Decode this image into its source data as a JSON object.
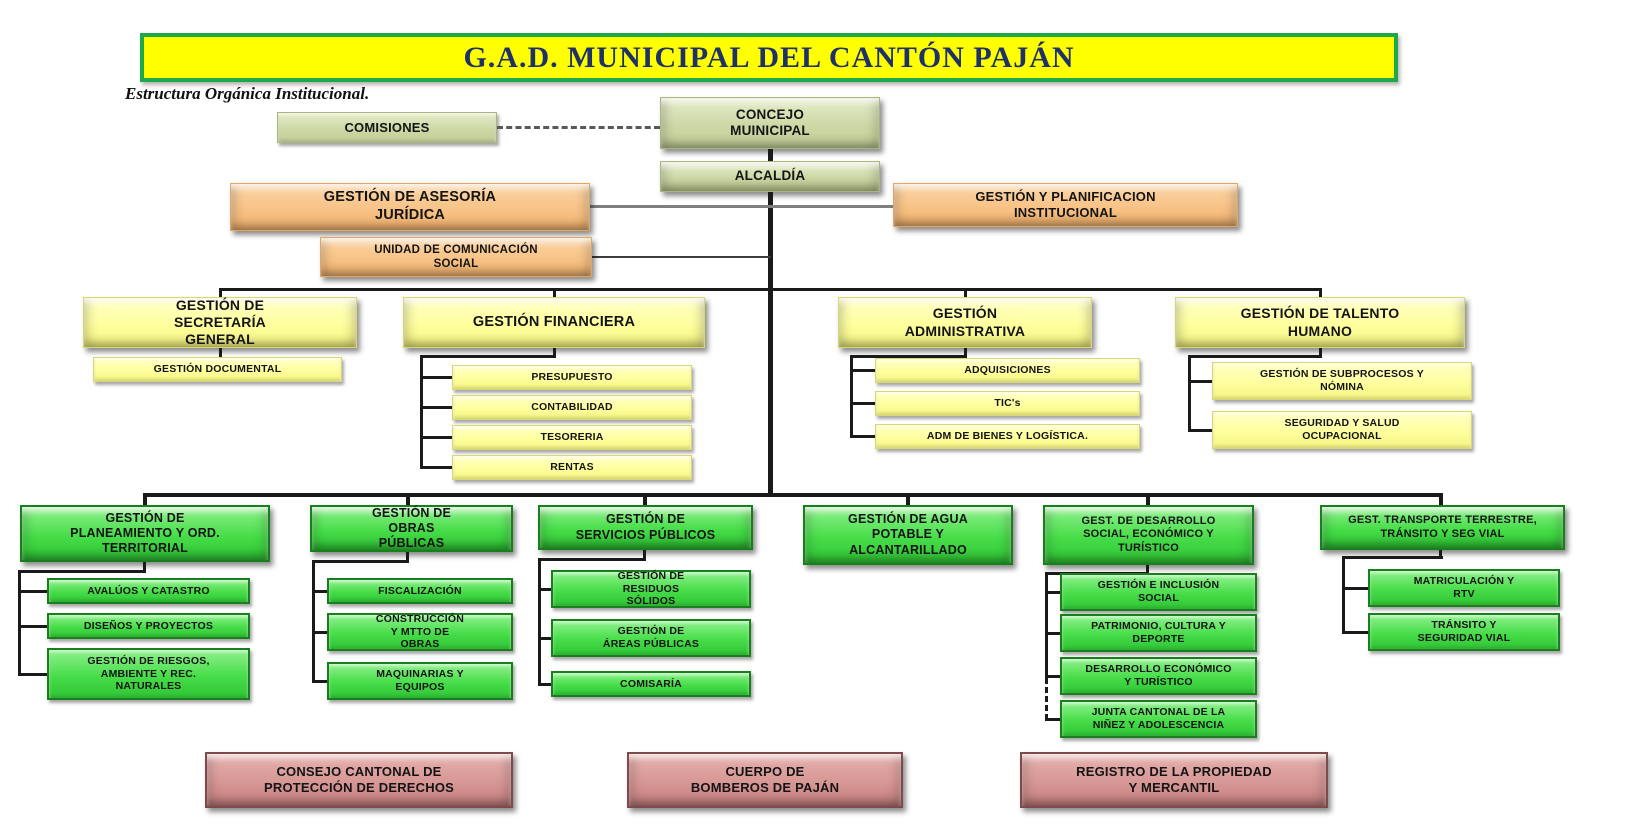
{
  "header": {
    "banner": "G.A.D. MUNICIPAL DEL CANTÓN PAJÁN",
    "subtitle": "Estructura Orgánica Institucional."
  },
  "top": {
    "comisiones": "COMISIONES",
    "concejo": "CONCEJO MUINICIPAL",
    "alcaldia": "ALCALDÍA"
  },
  "staff": {
    "asesoria": "GESTIÓN DE ASESORÍA JURÍDICA",
    "planificacion": "GESTIÓN Y PLANIFICACION INSTITUCIONAL",
    "comunicacion": "UNIDAD DE COMUNICACIÓN SOCIAL"
  },
  "support": [
    {
      "label": "GESTIÓN DE SECRETARÍA GENERAL",
      "children": [
        "GESTIÓN DOCUMENTAL"
      ]
    },
    {
      "label": "GESTIÓN FINANCIERA",
      "children": [
        "PRESUPUESTO",
        "CONTABILIDAD",
        "TESORERIA",
        "RENTAS"
      ]
    },
    {
      "label": "GESTIÓN ADMINISTRATIVA",
      "children": [
        "ADQUISICIONES",
        "TIC's",
        "ADM DE BIENES Y LOGÍSTICA."
      ]
    },
    {
      "label": "GESTIÓN DE TALENTO HUMANO",
      "children": [
        "GESTIÓN DE SUBPROCESOS Y NÓMINA",
        "SEGURIDAD Y SALUD OCUPACIONAL"
      ]
    }
  ],
  "operations": [
    {
      "label": "GESTIÓN DE PLANEAMIENTO Y ORD. TERRITORIAL",
      "children": [
        "AVALÚOS Y CATASTRO",
        "DISEÑOS Y PROYECTOS",
        "GESTIÓN DE RIESGOS, AMBIENTE Y REC. NATURALES"
      ]
    },
    {
      "label": "GESTIÓN DE OBRAS PÚBLICAS",
      "children": [
        "FISCALIZACIÓN",
        "CONSTRUCCIÓN Y MTTO DE OBRAS",
        "MAQUINARIAS Y EQUIPOS"
      ]
    },
    {
      "label": "GESTIÓN DE SERVICIOS PÚBLICOS",
      "children": [
        "GESTIÓN DE RESIDUOS SÓLIDOS",
        "GESTIÓN DE ÁREAS PÚBLICAS",
        "COMISARÍA"
      ]
    },
    {
      "label": "GESTIÓN DE AGUA POTABLE Y ALCANTARILLADO",
      "children": []
    },
    {
      "label": "GEST. DE DESARROLLO SOCIAL, ECONÓMICO Y TURÍSTICO",
      "children": [
        "GESTIÓN E INCLUSIÓN SOCIAL",
        "PATRIMONIO, CULTURA Y DEPORTE",
        "DESARROLLO ECONÓMICO Y TURÍSTICO",
        "JUNTA CANTONAL DE LA NIÑEZ Y ADOLESCENCIA"
      ]
    },
    {
      "label": "GEST. TRANSPORTE TERRESTRE, TRÁNSITO Y SEG VIAL",
      "children": [
        "MATRICULACIÓN Y RTV",
        "TRÁNSITO Y SEGURIDAD VIAL"
      ]
    }
  ],
  "autonomous": [
    "CONSEJO CANTONAL DE PROTECCIÓN DE DERECHOS",
    "CUERPO DE BOMBEROS DE PAJÁN",
    "REGISTRO DE LA PROPIEDAD Y MERCANTIL"
  ],
  "colors": {
    "banner_bg": "#ffff00",
    "banner_border": "#1ca84b",
    "banner_text": "#1e3269",
    "olive": "#cdd8a6",
    "orange": "#f8c489",
    "yellow": "#ffff9e",
    "green": "#47dd49",
    "pink": "#d79795",
    "line": "#1a1a1a"
  }
}
